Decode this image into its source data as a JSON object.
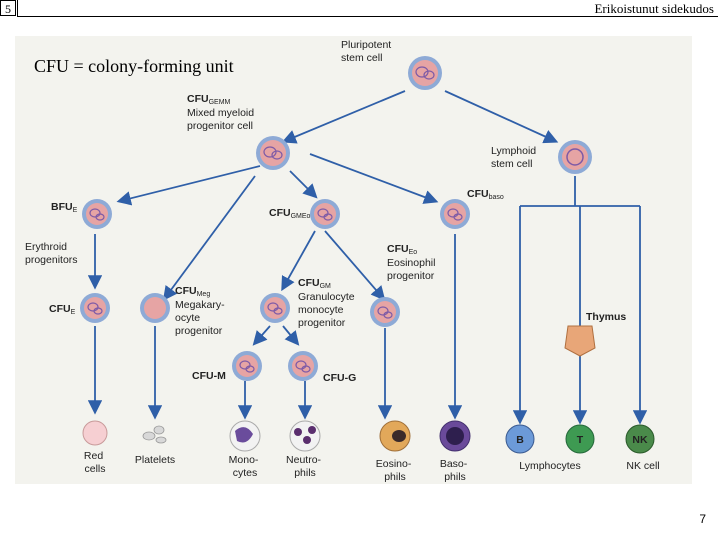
{
  "slide": {
    "number": "5",
    "page": "7",
    "title": "Erikoistunut sidekudos"
  },
  "caption": "CFU = colony-forming unit",
  "colors": {
    "background": "#f3f3ee",
    "cell_outer": "#8eaad6",
    "cell_inner": "#e6a4a4",
    "nucleus": "#b49ad2",
    "arrow": "#2f5fa8"
  },
  "labels": {
    "pluripotent": [
      "Pluripotent",
      "stem cell"
    ],
    "cfu_gemm": {
      "main": "CFU",
      "sub": "GEMM",
      "lines": [
        "Mixed myeloid",
        "progenitor cell"
      ]
    },
    "lymphoid": [
      "Lymphoid",
      "stem cell"
    ],
    "cfu_baso": {
      "main": "CFU",
      "sub": "baso"
    },
    "bfu_e": {
      "main": "BFU",
      "sub": "E"
    },
    "erythroid": [
      "Erythroid",
      "progenitors"
    ],
    "cfu_gmeo": {
      "main": "CFU",
      "sub": "GMEo"
    },
    "cfu_eo": {
      "main": "CFU",
      "sub": "Eo",
      "lines": [
        "Eosinophil",
        "progenitor"
      ]
    },
    "cfu_e": {
      "main": "CFU",
      "sub": "E"
    },
    "cfu_meg": {
      "main": "CFU",
      "sub": "Meg",
      "lines": [
        "Megakary-",
        "ocyte",
        "progenitor"
      ]
    },
    "cfu_gm": {
      "main": "CFU",
      "sub": "GM",
      "lines": [
        "Granulocyte",
        "monocyte",
        "progenitor"
      ]
    },
    "thymus": "Thymus",
    "cfu_m": "CFU-M",
    "cfu_g": "CFU-G",
    "red_cells": [
      "Red",
      "cells"
    ],
    "platelets": "Platelets",
    "monocytes": [
      "Mono-",
      "cytes"
    ],
    "neutrophils": [
      "Neutro-",
      "phils"
    ],
    "eosinophils": [
      "Eosino-",
      "phils"
    ],
    "basophils": [
      "Baso-",
      "phils"
    ],
    "lymphocytes": "Lymphocytes",
    "nk_cell": "NK cell",
    "b": "B",
    "t": "T",
    "nk": "NK"
  }
}
